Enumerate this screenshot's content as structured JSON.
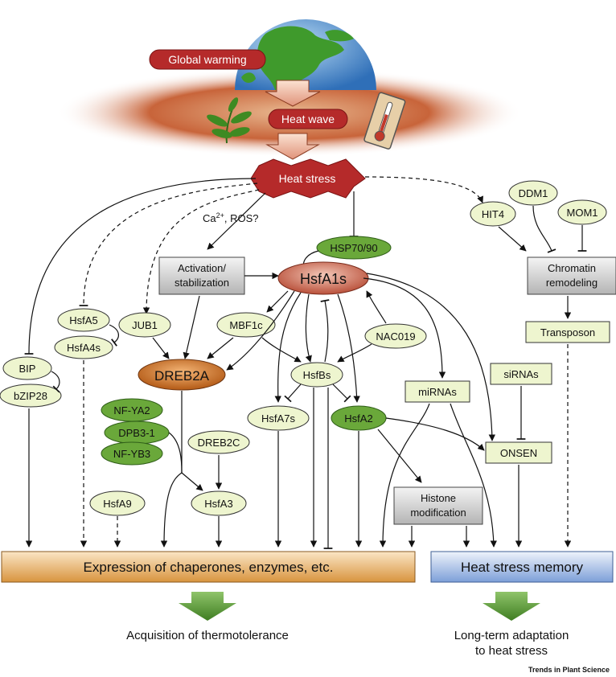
{
  "banner": {
    "global_warming": "Global warming",
    "heat_wave": "Heat wave",
    "heat_stress": "Heat stress"
  },
  "signals": {
    "ca_ros_base": "Ca",
    "ca_ros_sup": "2+",
    "ca_ros_rest": ", ROS?"
  },
  "nodes": {
    "hsp": "HSP70/90",
    "hsfa1s": "HsfA1s",
    "activation_line1": "Activation/",
    "activation_line2": "stabilization",
    "hit4": "HIT4",
    "ddm1": "DDM1",
    "mom1": "MOM1",
    "chromatin_line1": "Chromatin",
    "chromatin_line2": "remodeling",
    "transposon": "Transposon",
    "hsfa5": "HsfA5",
    "hsfa4s": "HsfA4s",
    "jub1": "JUB1",
    "mbf1c": "MBF1c",
    "nac019": "NAC019",
    "dreb2a": "DREB2A",
    "hsfbs": "HsfBs",
    "mirnas": "miRNAs",
    "sirnas": "siRNAs",
    "bip": "BIP",
    "bzip28": "bZIP28",
    "nf_ya2": "NF-YA2",
    "dpb3_1": "DPB3-1",
    "nf_yb3": "NF-YB3",
    "dreb2c": "DREB2C",
    "hsfa7s": "HsfA7s",
    "hsfa2": "HsfA2",
    "onsen": "ONSEN",
    "histone_line1": "Histone",
    "histone_line2": "modification",
    "hsfa9": "HsfA9",
    "hsfa3": "HsfA3"
  },
  "outputs": {
    "expression": "Expression of chaperones, enzymes, etc.",
    "memory": "Heat stress memory",
    "thermotolerance": "Acquisition of thermotolerance",
    "adaptation_line1": "Long-term adaptation",
    "adaptation_line2": "to heat stress"
  },
  "credit": "Trends in Plant Science",
  "colors": {
    "dark_red": "#b52a2a",
    "light_green": "#eef5cf",
    "dark_green": "#6aa83a",
    "salmon": "#c0604a",
    "orange": "#c8702a",
    "blue": "#6d95d4",
    "arrow_green": "#5f9a35"
  }
}
